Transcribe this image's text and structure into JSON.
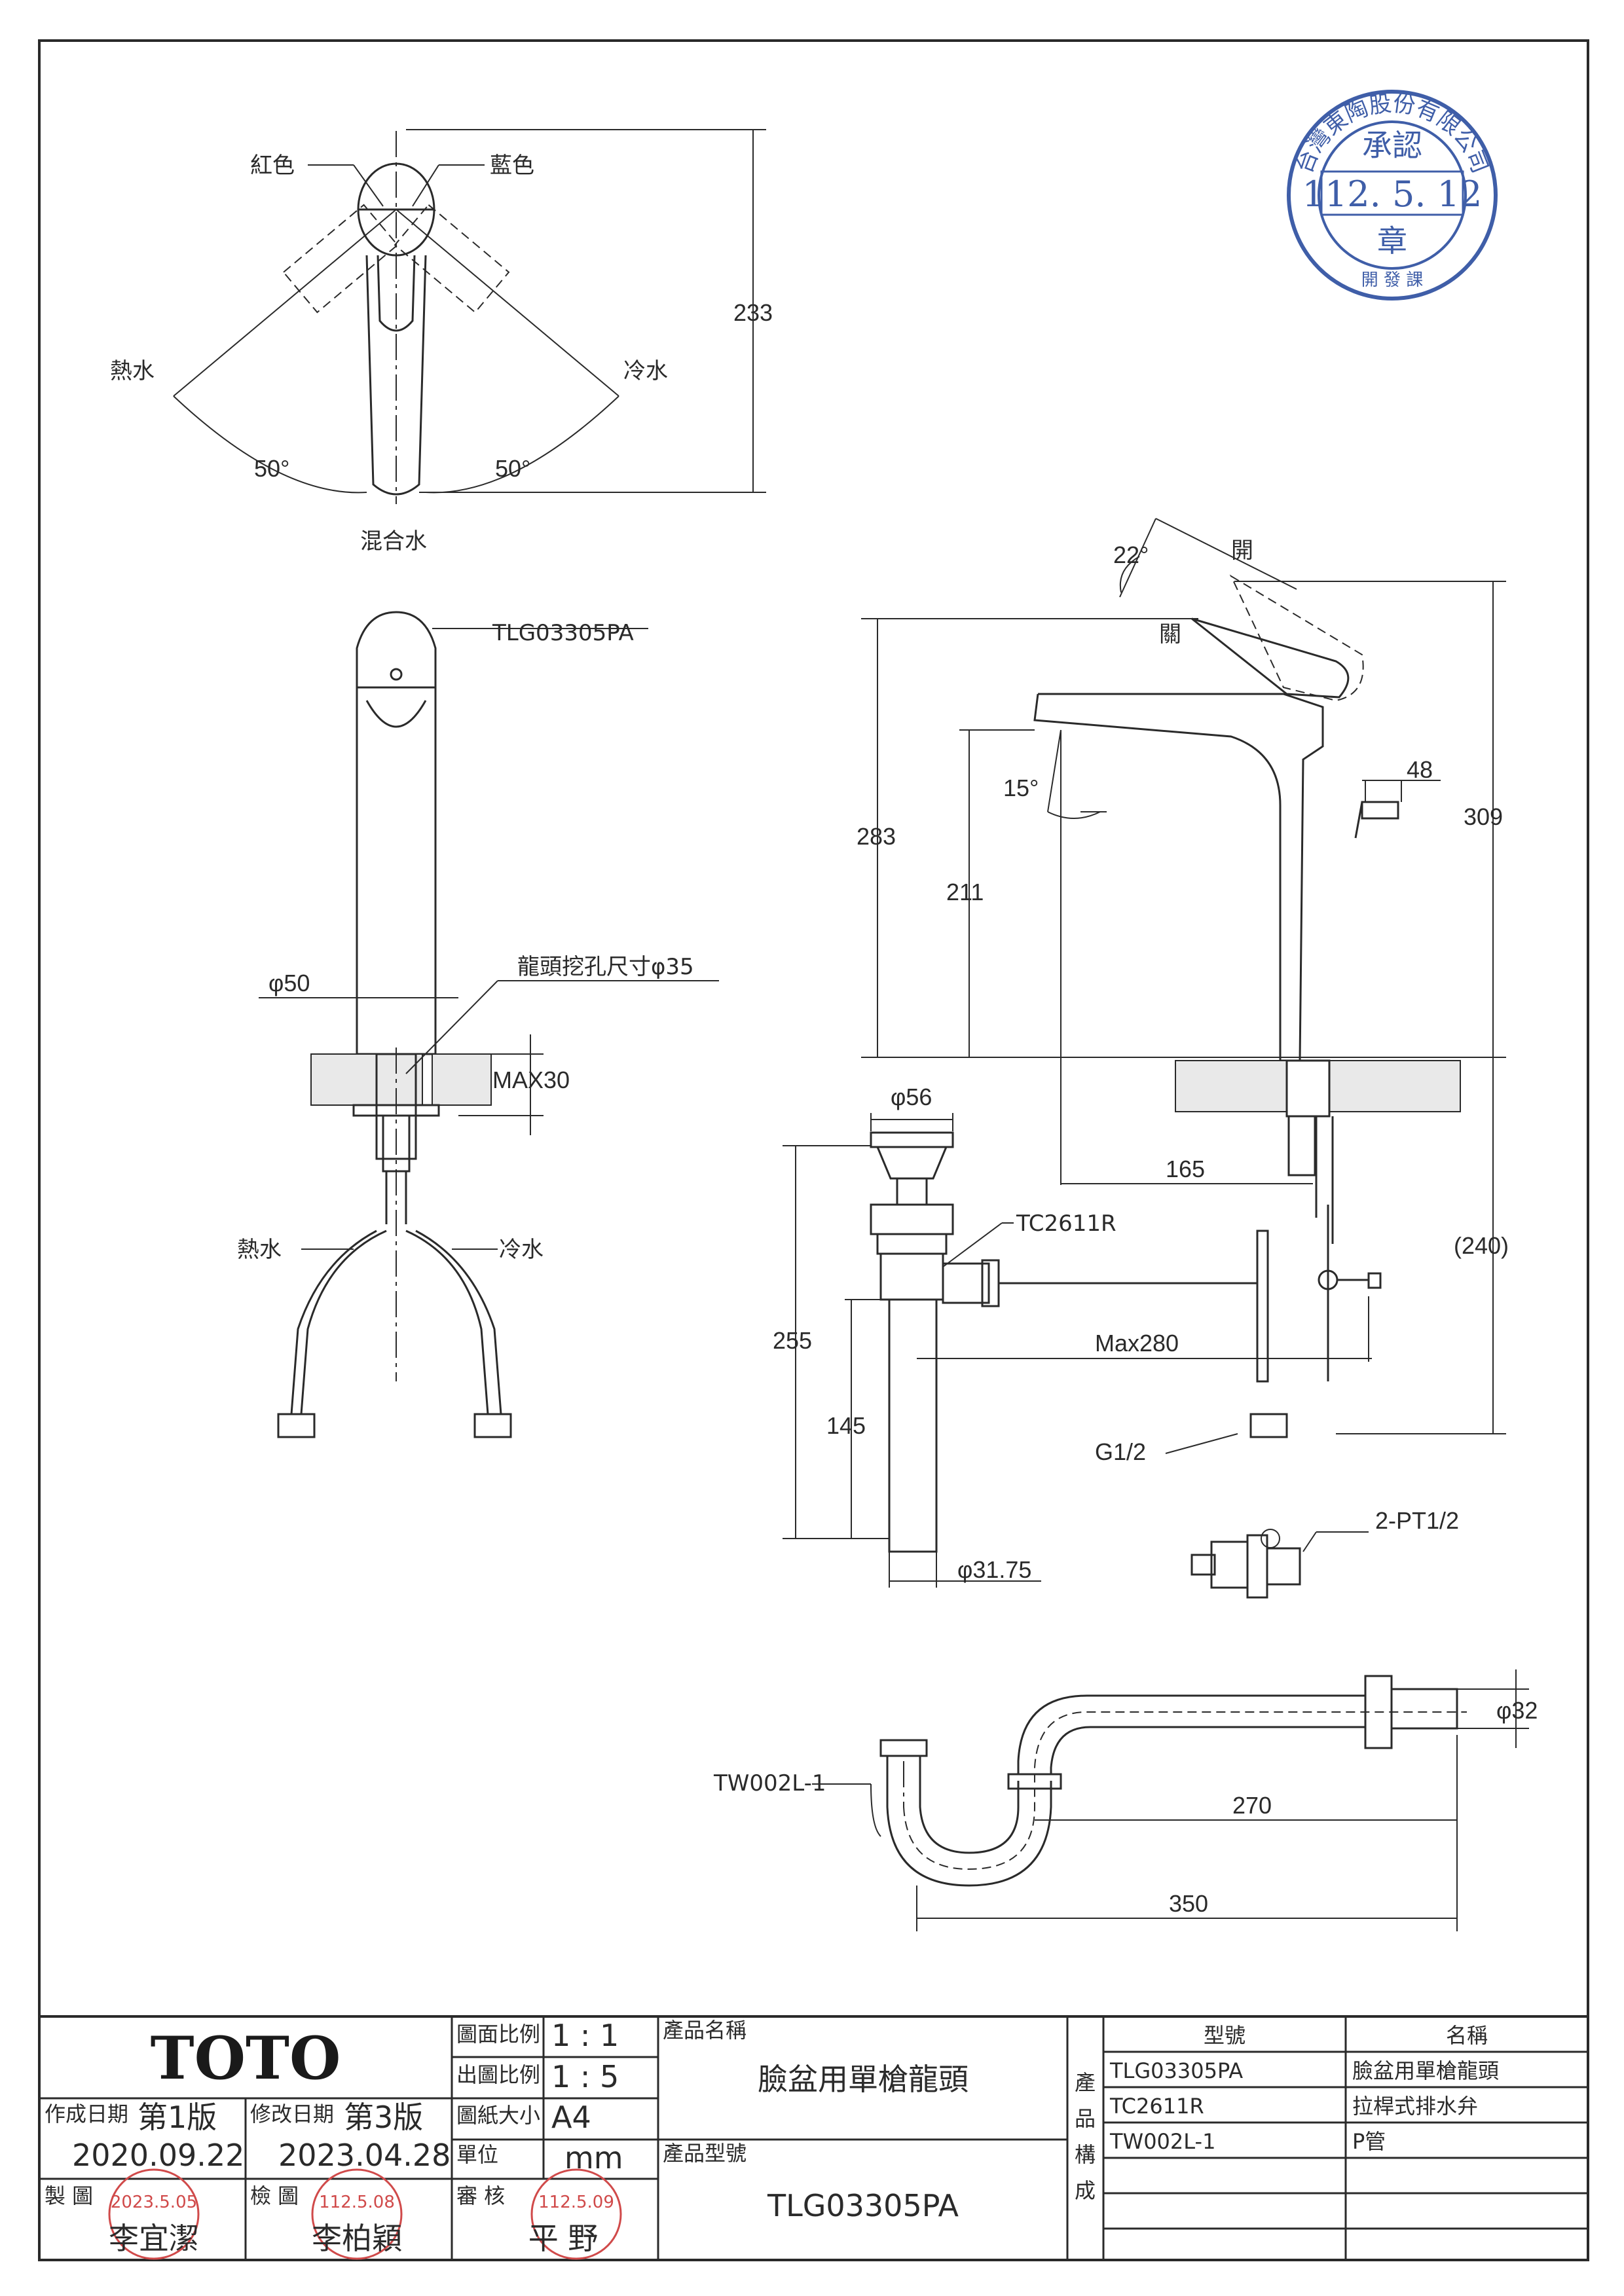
{
  "drawing": {
    "top_view": {
      "red_label": "紅色",
      "blue_label": "藍色",
      "hot_label": "熱水",
      "cold_label": "冷水",
      "mixed_label": "混合水",
      "angle_left": "50°",
      "angle_right": "50°",
      "height_dim": "233"
    },
    "front_view": {
      "model_callout": "TLG03305PA",
      "diameter": "φ50",
      "hole_callout": "龍頭挖孔尺寸φ35",
      "max_thickness": "MAX30",
      "hot_label": "熱水",
      "cold_label": "冷水"
    },
    "side_view": {
      "angle_lever": "22°",
      "open_label": "開",
      "closed_label": "關",
      "angle_spout": "15°",
      "dim_48": "48",
      "dim_283": "283",
      "dim_211": "211",
      "dim_309": "309",
      "dim_165": "165",
      "dim_240": "(240)"
    },
    "drain": {
      "diameter": "φ56",
      "callout": "TC2611R",
      "dim_255": "255",
      "dim_145": "145",
      "max_rod": "Max280",
      "thread": "G1/2",
      "pipe_diameter": "φ31.75",
      "valve_callout": "2-PT1/2"
    },
    "trap": {
      "callout": "TW002L-1",
      "diameter": "φ32",
      "dim_270": "270",
      "dim_350": "350"
    }
  },
  "approval_seal": {
    "company": "台灣東陶股份有限公司",
    "approved": "承認",
    "date": "112. 5. 12",
    "seal_char": "章",
    "dept": "開 發 課"
  },
  "title_block": {
    "brand": "TOTO",
    "created_label": "作成日期",
    "created_version": "第1版",
    "created_date": "2020.09.22",
    "revised_label": "修改日期",
    "revised_version": "第3版",
    "revised_date": "2023.04.28",
    "drawn_label": "製 圖",
    "drawn_stamp_date": "2023.5.05",
    "drawn_name": "李宜潔",
    "checked_label": "檢 圖",
    "checked_stamp_date": "112.5.08",
    "checked_name": "李柏穎",
    "approved_label": "審 核",
    "approved_stamp_date": "112.5.09",
    "approved_name": "平 野",
    "scale_label": "圖面比例",
    "scale_value": "1 : 1",
    "print_scale_label": "出圖比例",
    "print_scale_value": "1 : 5",
    "paper_label": "圖紙大小",
    "paper_value": "A4",
    "unit_label": "單位",
    "unit_value": "mm",
    "product_name_label": "產品名稱",
    "product_name": "臉盆用單槍龍頭",
    "product_model_label": "產品型號",
    "product_model": "TLG03305PA",
    "composition_label": [
      "產",
      "品",
      "構",
      "成"
    ],
    "bom_headers": [
      "型號",
      "名稱"
    ],
    "bom_rows": [
      {
        "model": "TLG03305PA",
        "name": "臉盆用單槍龍頭"
      },
      {
        "model": "TC2611R",
        "name": "拉桿式排水弁"
      },
      {
        "model": "TW002L-1",
        "name": "P管"
      }
    ]
  }
}
